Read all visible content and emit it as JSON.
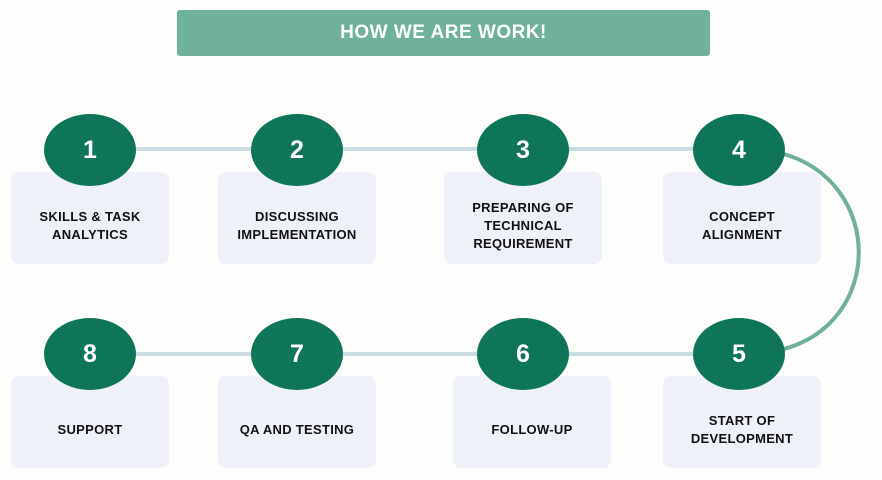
{
  "title": "HOW WE ARE WORK!",
  "colors": {
    "banner": "#6fb19a",
    "circle": "#0f7558",
    "card": "#eef2f8",
    "connector": "#c9dae0",
    "curve": "#6fb19a"
  },
  "steps": [
    {
      "number": "1",
      "label": "SKILLS & TASK\nANALYTICS"
    },
    {
      "number": "2",
      "label": "DISCUSSING\nIMPLEMENTATION"
    },
    {
      "number": "3",
      "label": "PREPARING OF\nTECHNICAL\nREQUIREMENT"
    },
    {
      "number": "4",
      "label": "CONCEPT\nALIGNMENT"
    },
    {
      "number": "5",
      "label": "START OF\nDEVELOPMENT"
    },
    {
      "number": "6",
      "label": "FOLLOW-UP"
    },
    {
      "number": "7",
      "label": "QA AND TESTING"
    },
    {
      "number": "8",
      "label": "SUPPORT"
    }
  ]
}
